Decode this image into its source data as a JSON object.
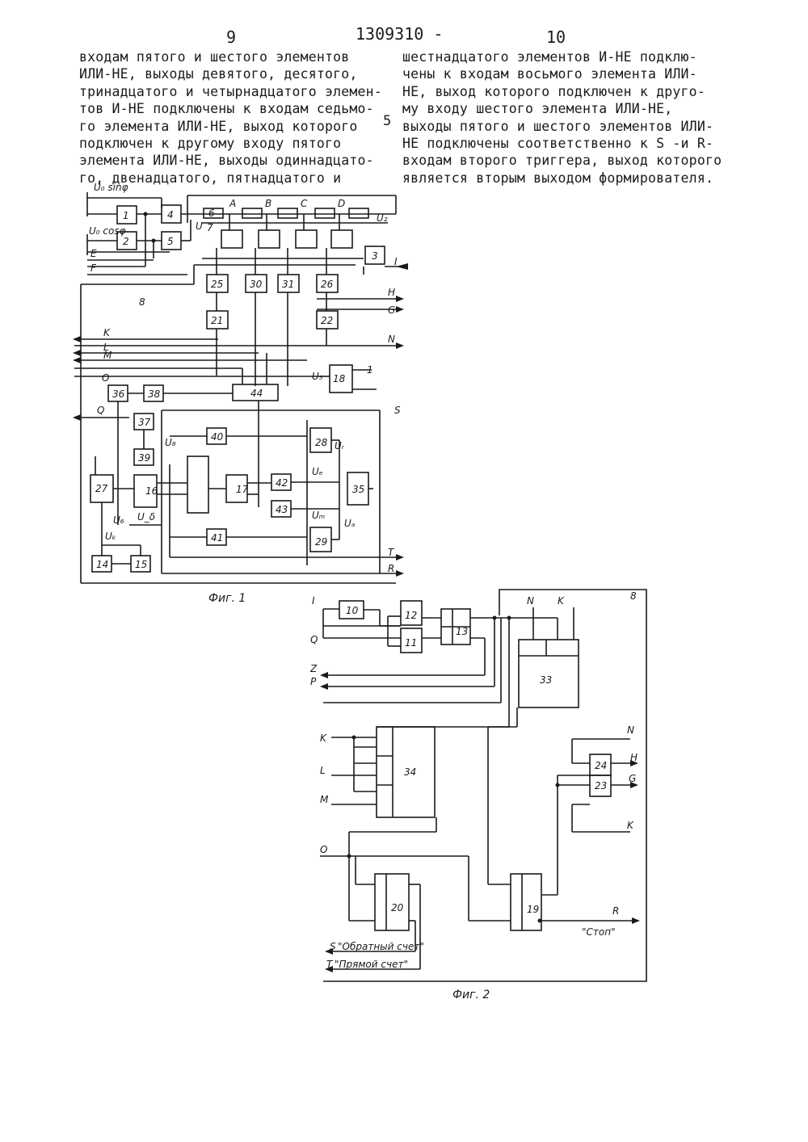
{
  "header": {
    "page_left": "9",
    "patent_number": "1309310 -",
    "page_right": "10",
    "line_marker": "5"
  },
  "left_column": [
    "входам пятого и шестого элементов",
    "ИЛИ-НЕ, выходы девятого, десятого,",
    "тринадцатого и четырнадцатого элемен-",
    "тов И-НЕ подключены к входам седьмо-",
    "го элемента ИЛИ-НЕ, выход которого",
    "подключен к другому входу пятого",
    "элемента ИЛИ-НЕ, выходы одиннадцато-",
    "го, двенадцатого, пятнадцатого и"
  ],
  "right_column": [
    "шестнадцатого элементов И-НЕ подклю-",
    "чены к входам восьмого элемента ИЛИ-",
    "НЕ, выход которого подключен к друго-",
    "му входу шестого элемента ИЛИ-НЕ,",
    "выходы пятого и шестого элементов ИЛИ-",
    "НЕ подключены соответственно к S -и R-",
    "входам второго триггера, выход которого",
    "является вторым выходом формирователя."
  ],
  "figure1": {
    "caption": "Фиг. 1",
    "blocks": [
      "1",
      "2",
      "3",
      "4",
      "5",
      "6",
      "7",
      "8",
      "25",
      "30",
      "31",
      "26",
      "21",
      "22",
      "44",
      "18",
      "36",
      "38",
      "37",
      "39",
      "40",
      "41",
      "42",
      "43",
      "27",
      "16",
      "17",
      "28",
      "29",
      "35",
      "14",
      "15"
    ],
    "signal_labels": [
      "U₀ sinφ",
      "U₀ cosφ",
      "E",
      "F",
      "A",
      "B",
      "C",
      "D",
      "U₂",
      "U",
      "I",
      "H",
      "G",
      "K",
      "L",
      "M",
      "N",
      "O",
      "U₅",
      "1",
      "Q",
      "S",
      "T",
      "R",
      "U₈",
      "U₆",
      "Uᵣ",
      "Uₑ",
      "Uₘ",
      "Uₐ",
      "Uₖ",
      "U_δ"
    ]
  },
  "figure2": {
    "caption": "Фиг. 2",
    "blocks": [
      "10",
      "12",
      "11",
      "13",
      "33",
      "34",
      "24",
      "23",
      "20",
      "19",
      "8"
    ],
    "signal_labels": [
      "I",
      "Q",
      "Z",
      "P",
      "N",
      "K",
      "L",
      "M",
      "O",
      "H",
      "G",
      "R",
      "S",
      "T"
    ],
    "output_texts": [
      "\"Стоп\"",
      "\"Обратный счет\"",
      "\"Прямой счет\""
    ]
  }
}
